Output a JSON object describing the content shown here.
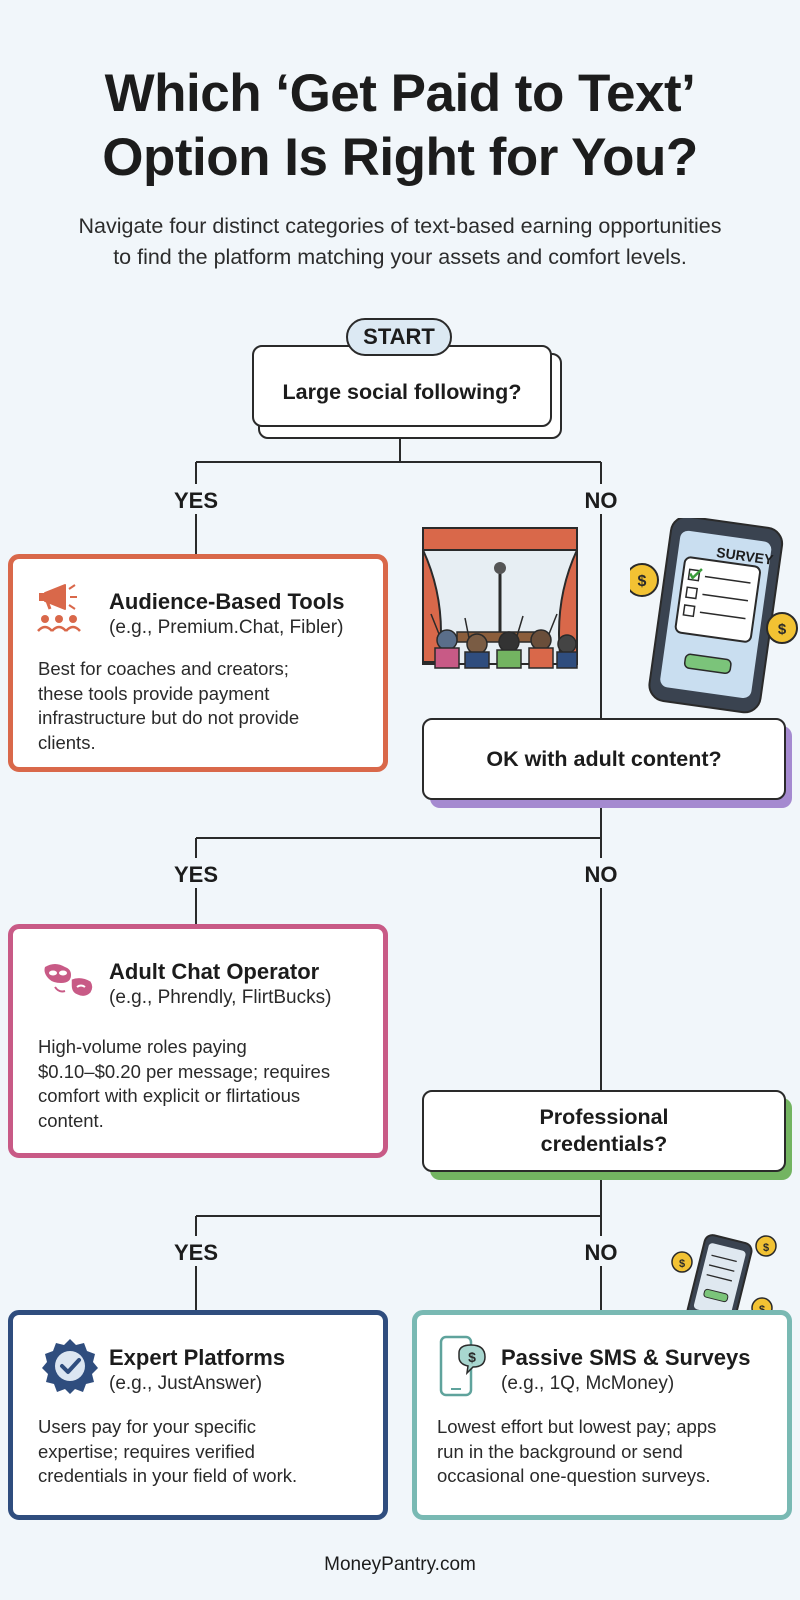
{
  "header": {
    "title_line1": "Which ‘Get Paid to Text’",
    "title_line2": "Option Is Right for You?",
    "subtitle_line1": "Navigate four distinct categories of text-based earning opportunities",
    "subtitle_line2": "to find the platform matching your assets and comfort levels."
  },
  "flow": {
    "start_label": "START",
    "q1": "Large social following?",
    "q2": "OK with adult content?",
    "q3_line1": "Professional",
    "q3_line2": "credentials?",
    "yes": "YES",
    "no": "NO"
  },
  "illustrations": {
    "survey_label": "SURVEY",
    "coin_symbol": "$"
  },
  "cards": {
    "audience": {
      "title": "Audience-Based Tools",
      "examples": "(e.g., Premium.Chat, Fibler)",
      "desc": [
        "Best for coaches and creators;",
        "these tools provide payment",
        "infrastructure but do not provide",
        "clients."
      ],
      "color": "#d9684a"
    },
    "adult": {
      "title": "Adult Chat Operator",
      "examples": "(e.g., Phrendly, FlirtBucks)",
      "desc": [
        "High-volume roles paying",
        "$0.10–$0.20 per message; requires",
        "comfort with explicit or flirtatious",
        "content."
      ],
      "color": "#c85a86"
    },
    "expert": {
      "title": "Expert Platforms",
      "examples": "(e.g., JustAnswer)",
      "desc": [
        "Users pay for your specific",
        "expertise; requires verified",
        "credentials in your field of work."
      ],
      "color": "#2f4d7e"
    },
    "passive": {
      "title": "Passive SMS & Surveys",
      "examples": "(e.g., 1Q, McMoney)",
      "desc": [
        "Lowest effort but lowest pay; apps",
        "run in the background or send",
        "occasional one-question surveys."
      ],
      "color": "#79b9b3"
    }
  },
  "footer": {
    "brand": "MoneyPantry.com"
  }
}
